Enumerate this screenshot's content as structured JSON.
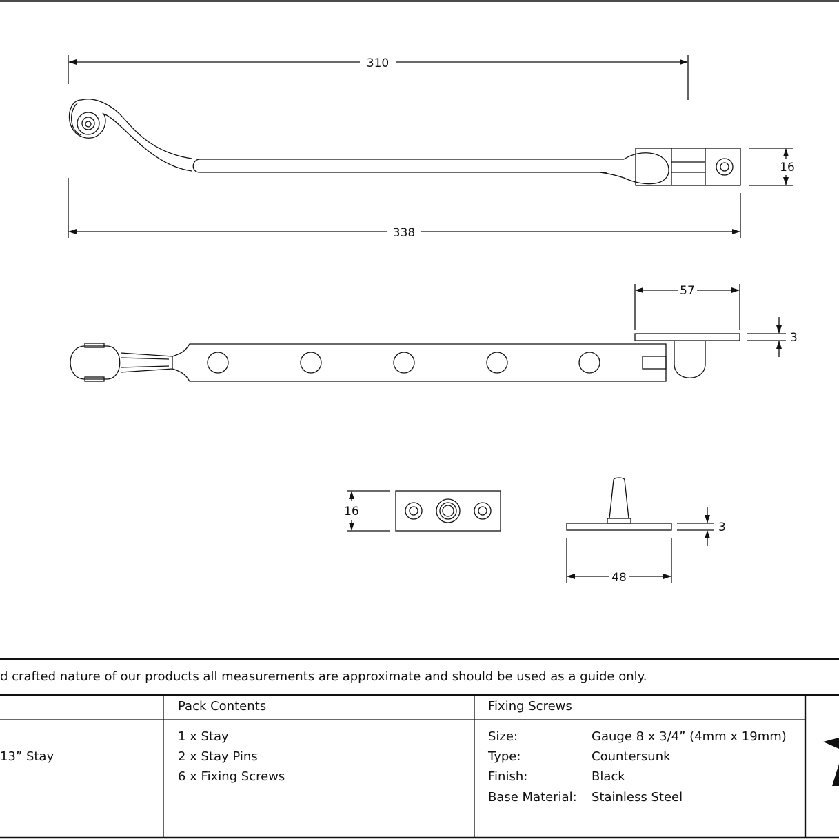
{
  "dimensions": {
    "top_length": "310",
    "overall_length": "338",
    "end_height": "16",
    "plate_width": "57",
    "plate_thickness": "3",
    "small_plate_height": "16",
    "pin_plate_thickness": "3",
    "pin_plate_width": "48"
  },
  "disclaimer": "d crafted nature of our products all measurements are approximate and should be used as a guide only.",
  "table": {
    "product": "13” Stay",
    "pack_header": "Pack Contents",
    "pack_items": [
      "1 x Stay",
      "2 x Stay Pins",
      "6 x Fixing Screws"
    ],
    "screws_header": "Fixing Screws",
    "screws": [
      {
        "label": "Size:",
        "value": "Gauge 8 x 3/4” (4mm x 19mm)"
      },
      {
        "label": "Type:",
        "value": "Countersunk"
      },
      {
        "label": "Finish:",
        "value": "Black"
      },
      {
        "label": "Base Material:",
        "value": "Stainless Steel"
      }
    ]
  }
}
